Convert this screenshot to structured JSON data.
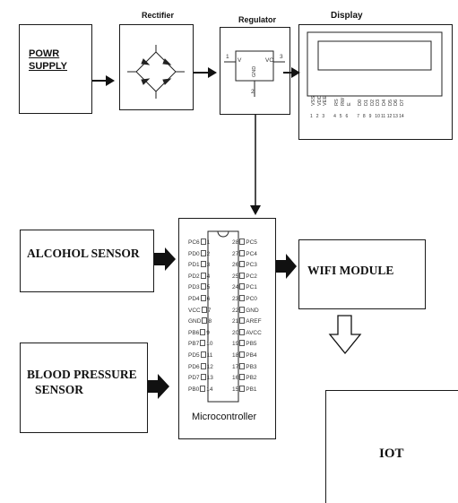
{
  "blocks": {
    "power_supply": {
      "line1": "POWR",
      "line2": "SUPPLY"
    },
    "rectifier": {
      "title": "Rectifier"
    },
    "regulator": {
      "title": "Regulator",
      "pin_v": "V",
      "pin_vo": "VO",
      "pin_1": "1",
      "pin_2": "2",
      "pin_3": "3",
      "gnd": "GND"
    },
    "display": {
      "title": "Display"
    },
    "alcohol_sensor": {
      "label": "ALCOHOL SENSOR"
    },
    "blood_pressure_sensor": {
      "line1": "BLOOD PRESSURE",
      "line2": "SENSOR"
    },
    "microcontroller": {
      "label": "Microcontroller"
    },
    "wifi_module": {
      "label": "WIFI MODULE"
    },
    "iot": {
      "label": "IOT"
    }
  },
  "display_pins": [
    "VSS",
    "VDD",
    "VEE",
    "RS",
    "RW",
    "E",
    "D0",
    "D1",
    "D2",
    "D3",
    "D4",
    "D5",
    "D6",
    "D7"
  ],
  "display_pin_numbers": [
    "1",
    "2",
    "3",
    "4",
    "5",
    "6",
    "7",
    "8",
    "9",
    "10",
    "11",
    "12",
    "13",
    "14"
  ],
  "mcu_left_pins": [
    {
      "name": "PC6",
      "num": "1"
    },
    {
      "name": "PD0",
      "num": "2"
    },
    {
      "name": "PD1",
      "num": "3"
    },
    {
      "name": "PD2",
      "num": "4"
    },
    {
      "name": "PD3",
      "num": "5"
    },
    {
      "name": "PD4",
      "num": "6"
    },
    {
      "name": "VCC",
      "num": "7"
    },
    {
      "name": "GND",
      "num": "8"
    },
    {
      "name": "PB6",
      "num": "9"
    },
    {
      "name": "PB7",
      "num": "10"
    },
    {
      "name": "PD5",
      "num": "11"
    },
    {
      "name": "PD6",
      "num": "12"
    },
    {
      "name": "PD7",
      "num": "13"
    },
    {
      "name": "PB0",
      "num": "14"
    }
  ],
  "mcu_right_pins": [
    {
      "num": "28",
      "name": "PC5"
    },
    {
      "num": "27",
      "name": "PC4"
    },
    {
      "num": "26",
      "name": "PC3"
    },
    {
      "num": "25",
      "name": "PC2"
    },
    {
      "num": "24",
      "name": "PC1"
    },
    {
      "num": "23",
      "name": "PC0"
    },
    {
      "num": "22",
      "name": "GND"
    },
    {
      "num": "21",
      "name": "AREF"
    },
    {
      "num": "20",
      "name": "AVCC"
    },
    {
      "num": "19",
      "name": "PB5"
    },
    {
      "num": "18",
      "name": "PB4"
    },
    {
      "num": "17",
      "name": "PB3"
    },
    {
      "num": "16",
      "name": "PB2"
    },
    {
      "num": "15",
      "name": "PB1"
    }
  ]
}
